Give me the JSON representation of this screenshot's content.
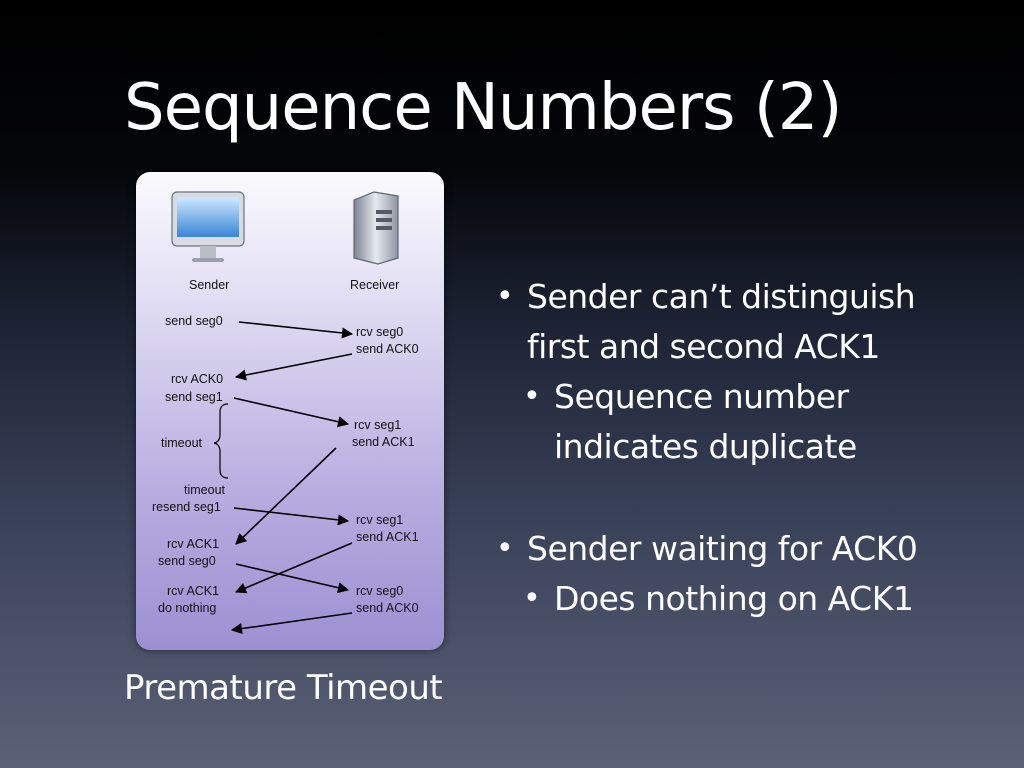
{
  "title": "Sequence Numbers (2)",
  "caption": "Premature Timeout",
  "diagram": {
    "sender_label": "Sender",
    "receiver_label": "Receiver",
    "left_labels": {
      "send_seg0": "send seg0",
      "rcv_ack0": "rcv ACK0",
      "send_seg1": "send seg1",
      "timeout_brace": "timeout",
      "timeout": "timeout",
      "resend_seg1": "resend seg1",
      "rcv_ack1_a": "rcv ACK1",
      "send_seg0_b": "send seg0",
      "rcv_ack1_b": "rcv ACK1",
      "do_nothing": "do nothing"
    },
    "right_labels": {
      "rcv_seg0_a": "rcv seg0",
      "send_ack0_a": "send ACK0",
      "rcv_seg1_a": "rcv seg1",
      "send_ack1_a": "send ACK1",
      "rcv_seg1_b": "rcv seg1",
      "send_ack1_b": "send ACK1",
      "rcv_seg0_b": "rcv seg0",
      "send_ack0_b": "send ACK0"
    }
  },
  "bullets": [
    {
      "level": 1,
      "lines": [
        "Sender can’t distinguish",
        "first and second ACK1"
      ]
    },
    {
      "level": 2,
      "lines": [
        "Sequence number",
        "indicates duplicate"
      ]
    },
    {
      "level": 1,
      "lines": [
        "Sender waiting for ACK0"
      ]
    },
    {
      "level": 2,
      "lines": [
        "Does nothing on ACK1"
      ]
    }
  ],
  "bullet_symbol": "•"
}
